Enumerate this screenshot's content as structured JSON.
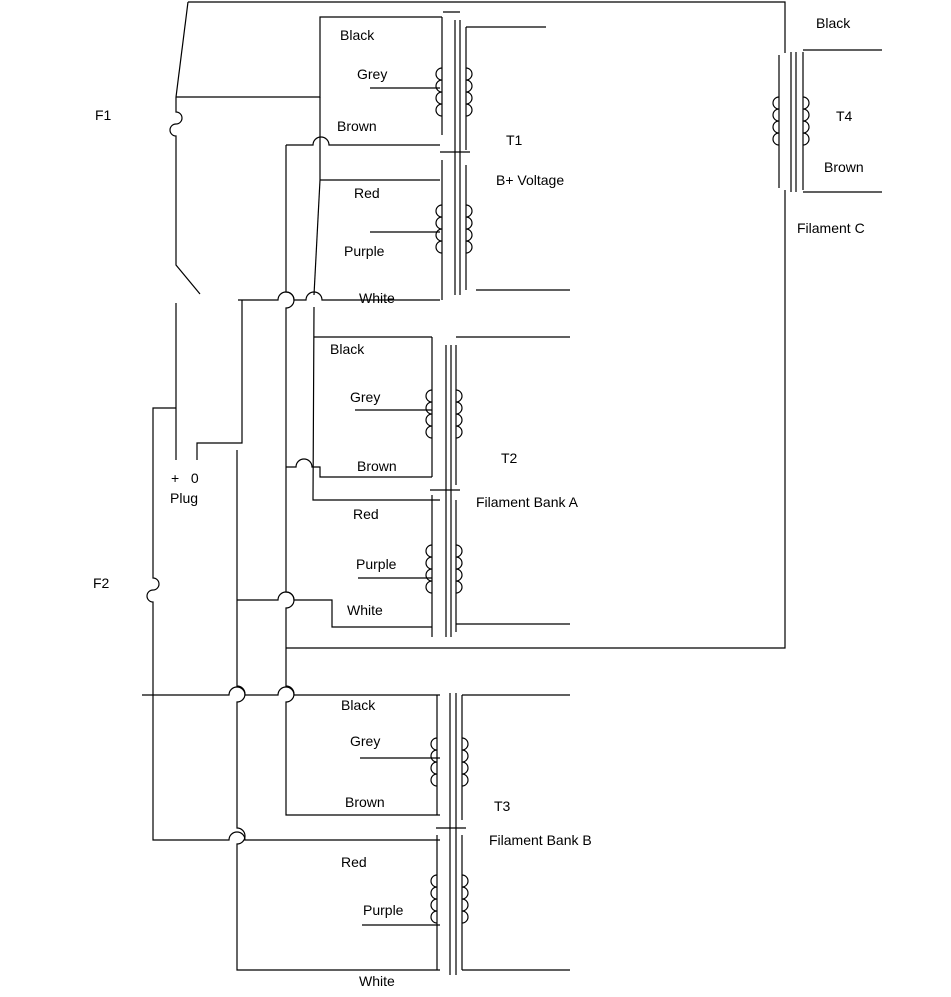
{
  "labels": {
    "f1": "F1",
    "f2": "F2",
    "plug_polarity": "+   0",
    "plug": "Plug",
    "t1": "T1",
    "t1_desc": "B+ Voltage",
    "t2": "T2",
    "t2_desc": "Filament Bank A",
    "t3": "T3",
    "t3_desc": "Filament Bank B",
    "t4": "T4",
    "t4_desc": "Filament C",
    "t4_black": "Black",
    "t4_brown": "Brown",
    "t1_wires": [
      "Black",
      "Grey",
      "Brown",
      "Red",
      "Purple",
      "White"
    ],
    "t2_wires": [
      "Black",
      "Grey",
      "Brown",
      "Red",
      "Purple",
      "White"
    ],
    "t3_wires": [
      "Black",
      "Grey",
      "Brown",
      "Red",
      "Purple",
      "White"
    ]
  }
}
